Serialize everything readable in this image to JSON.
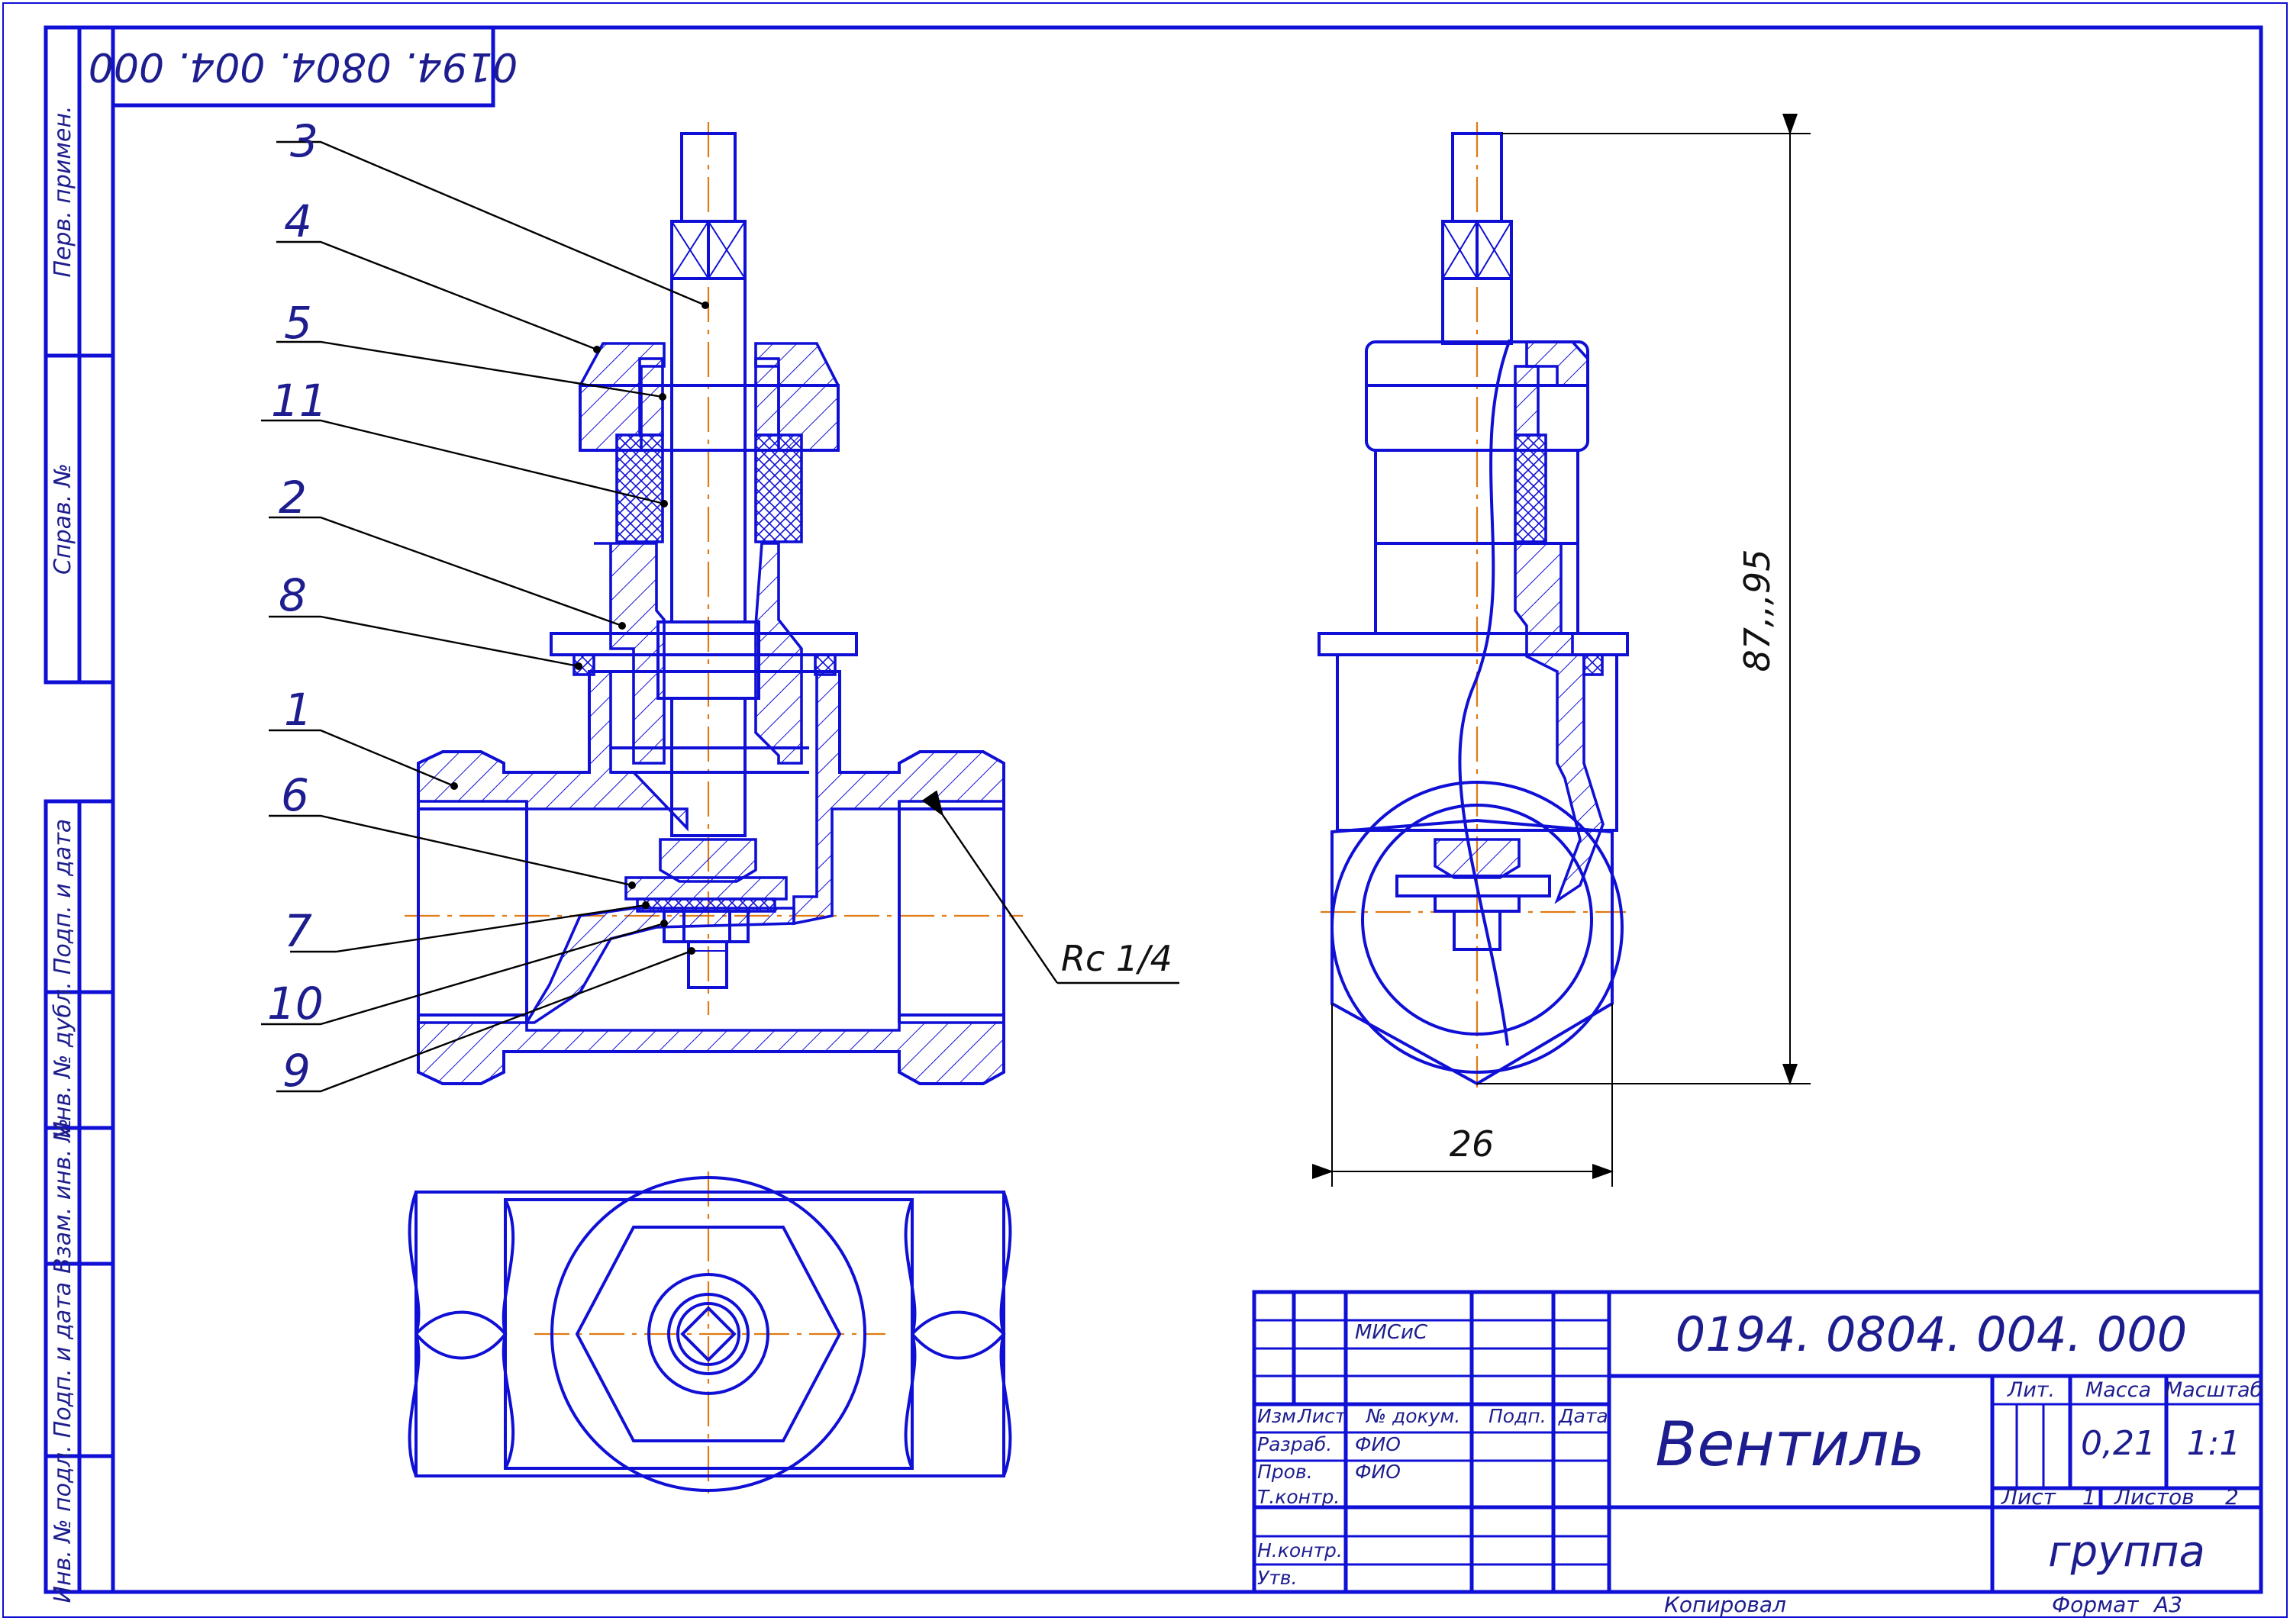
{
  "drawing": {
    "code_top": "0194. 0804. 004. 000",
    "side_columns": [
      "Перв. примен.",
      "Справ. №",
      "Подп. и дата",
      "Инв. № дубл.",
      "Взам. инв. №",
      "Подп. и дата",
      "Инв. № подл."
    ],
    "part_labels": [
      "3",
      "4",
      "5",
      "11",
      "2",
      "8",
      "1",
      "6",
      "7",
      "10",
      "9"
    ],
    "thread_label": "Rc 1/4",
    "dimension_height": "87,,,95",
    "dimension_width": "26"
  },
  "title_block": {
    "code": "0194. 0804. 004. 000",
    "title": "Вентиль",
    "organization": "МИСиС",
    "headers": [
      "Изм.",
      "Лист",
      "№ докум.",
      "Подп.",
      "Дата"
    ],
    "rows": [
      {
        "role": "Разраб.",
        "name": "ФИО"
      },
      {
        "role": "Пров.",
        "name": "ФИО"
      },
      {
        "role": "Т.контр.",
        "name": ""
      },
      {
        "role": "Н.контр.",
        "name": ""
      },
      {
        "role": "Утв.",
        "name": ""
      }
    ],
    "lit_label": "Лит.",
    "mass_label": "Масса",
    "scale_label": "Масштаб",
    "mass": "0,21",
    "scale": "1:1",
    "sheet_label": "Лист",
    "sheet_no": "1",
    "sheets_label": "Листов",
    "sheets_total": "2",
    "group": "группа",
    "copied": "Копировал",
    "format_label": "Формат",
    "format": "А3"
  },
  "colors": {
    "line": "#0f0fd6",
    "axis": "#e07a12",
    "leader": "#000000"
  }
}
